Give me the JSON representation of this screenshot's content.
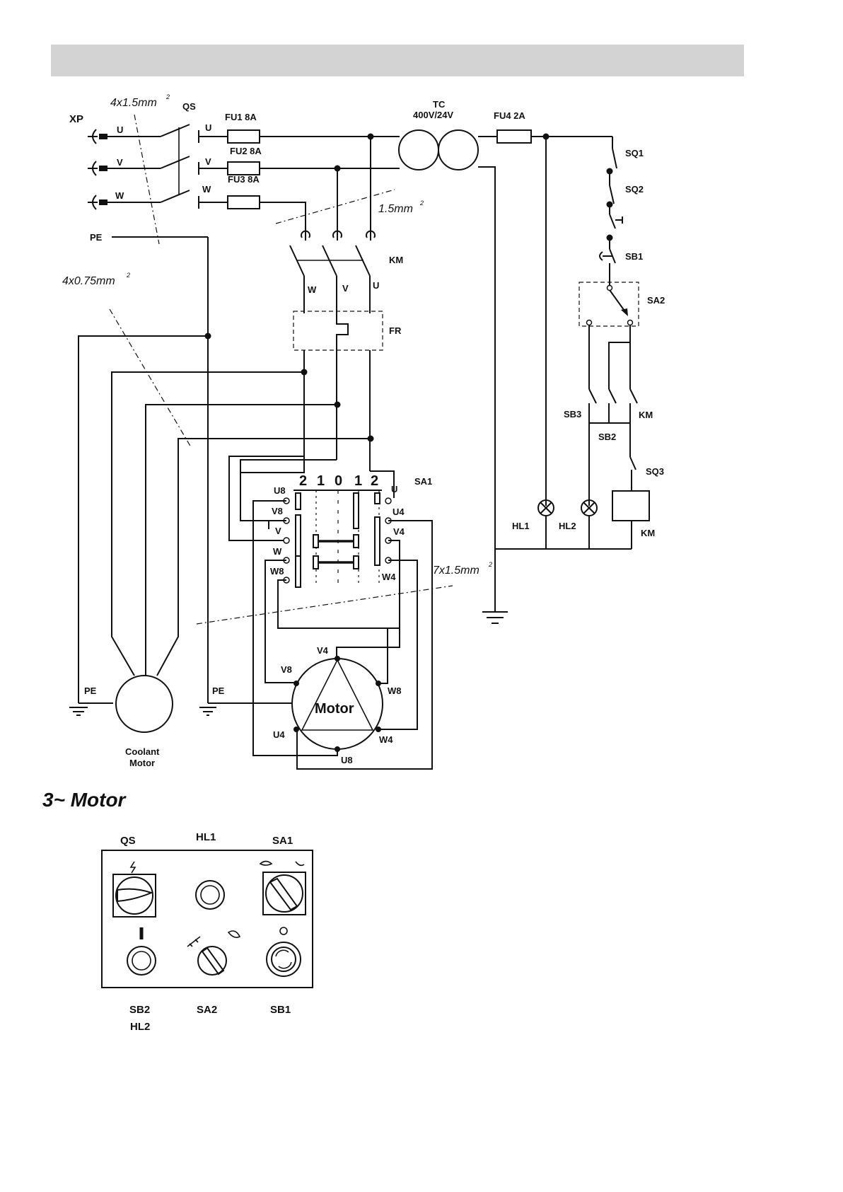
{
  "header_band_color": "#d3d3d3",
  "supply": {
    "plug": "XP",
    "phases": [
      "U",
      "V",
      "W"
    ],
    "earth": "PE",
    "cable_main": "4x1.5mm",
    "cable_coolant": "4x0.75mm",
    "superscript": "2"
  },
  "isolator": {
    "label": "QS",
    "phases": [
      "U",
      "V",
      "W"
    ]
  },
  "fuses": [
    {
      "label": "FU1 8A"
    },
    {
      "label": "FU2 8A"
    },
    {
      "label": "FU3 8A"
    },
    {
      "label": "FU4 2A"
    }
  ],
  "transformer": {
    "label": "TC",
    "rating": "400V/24V"
  },
  "wire_power": "1.5mm",
  "contactor": {
    "label": "KM",
    "phases": [
      "W",
      "V",
      "U"
    ]
  },
  "overload": {
    "label": "FR"
  },
  "control": {
    "limit_switches": [
      "SQ1",
      "SQ2",
      "SQ3"
    ],
    "stop_button": "SB1",
    "selector": "SA2",
    "start_buttons": [
      "SB3",
      "SB2"
    ],
    "holding_contact": "KM",
    "lamps": [
      "HL1",
      "HL2"
    ],
    "coil": "KM"
  },
  "speed_switch": {
    "label": "SA1",
    "positions": [
      "2",
      "1",
      "0",
      "1",
      "2"
    ],
    "left_terminals": [
      "U8",
      "V8",
      "V",
      "W",
      "W8"
    ],
    "right_terminals": [
      "U",
      "U4",
      "V4",
      "W4"
    ],
    "wire": "7x1.5mm"
  },
  "motor": {
    "label": "Motor",
    "terminals": [
      "V4",
      "V8",
      "W8",
      "U4",
      "W4",
      "U8"
    ],
    "earth": "PE"
  },
  "coolant_motor": {
    "line1": "Coolant",
    "line2": "Motor",
    "earth": "PE"
  },
  "section_title": "3~ Motor",
  "panel": {
    "top_labels": [
      "QS",
      "HL1",
      "SA1"
    ],
    "bottom_labels": [
      "SB2",
      "SA2",
      "SB1"
    ],
    "bottom_sub": "HL2",
    "on_mark": "I",
    "off_mark": "O"
  }
}
